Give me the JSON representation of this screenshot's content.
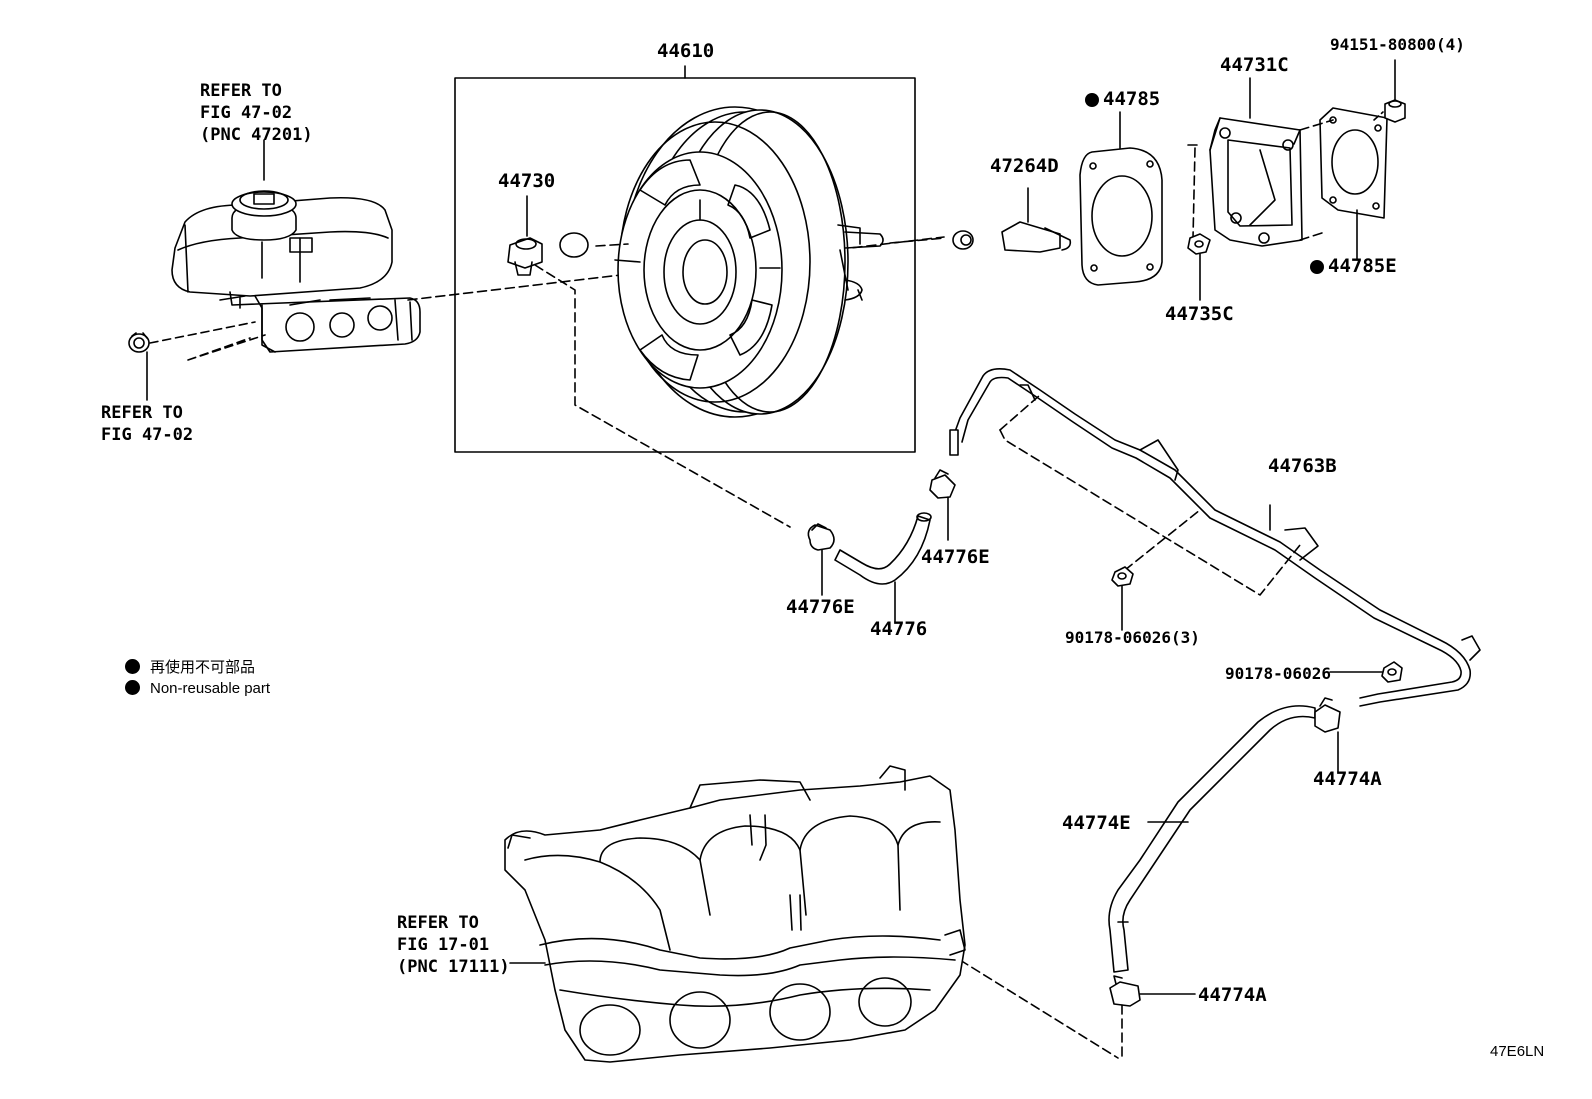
{
  "parts": {
    "p44610": "44610",
    "p44730": "44730",
    "p47264D": "47264D",
    "p44785": "44785",
    "p44731C": "44731C",
    "p94151": "94151-80800(4)",
    "p44735C": "44735C",
    "p44785E": "44785E",
    "p44763B": "44763B",
    "p44776E_a": "44776E",
    "p44776E_b": "44776E",
    "p44776": "44776",
    "p90178_3": "90178-06026(3)",
    "p90178": "90178-06026",
    "p44774A_a": "44774A",
    "p44774E": "44774E",
    "p44774A_b": "44774A"
  },
  "refs": {
    "master_cylinder": "REFER TO\nFIG 47-02\n(PNC 47201)",
    "grommet": "REFER TO\nFIG 47-02",
    "intake_manifold": "REFER TO\nFIG 17-01\n(PNC 17111)"
  },
  "legend": {
    "jp": "再使用不可部品",
    "en": "Non-reusable part"
  },
  "figure_code": "47E6LN"
}
